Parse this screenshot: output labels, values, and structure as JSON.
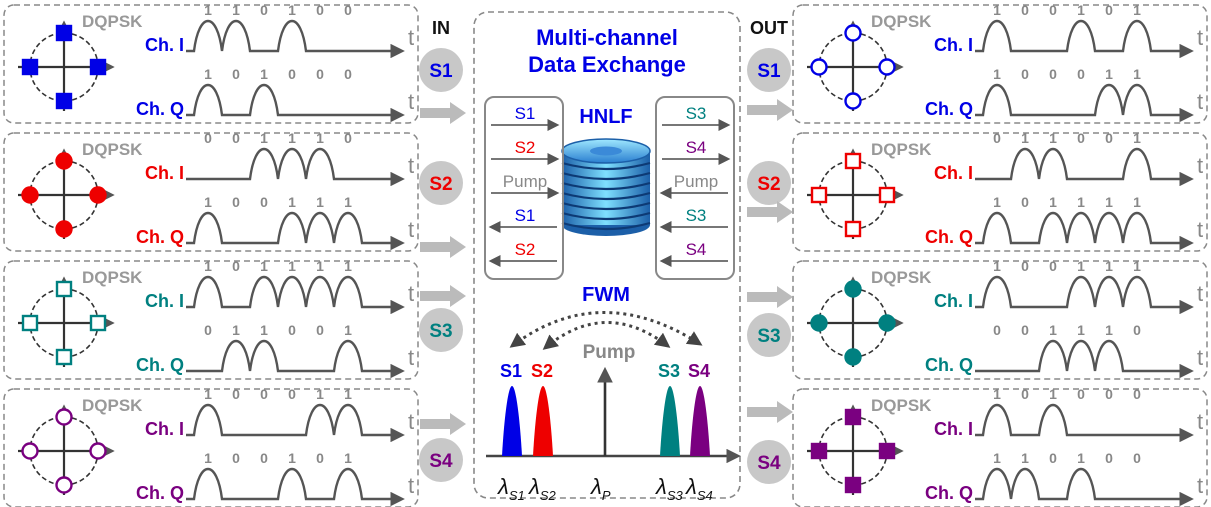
{
  "in_label": "IN",
  "out_label": "OUT",
  "format_label": "DQPSK",
  "ch_i_label": "Ch. I",
  "ch_q_label": "Ch. Q",
  "time_label": "t",
  "colors": {
    "S1": "#0000e6",
    "S2": "#ee0000",
    "S3": "#008080",
    "S4": "#7a0080",
    "gray": "#888888",
    "dark": "#444444",
    "badge": "#c8c8c8"
  },
  "input_channels": [
    {
      "signal": "S1",
      "marker": "filled-square",
      "bits_i": "110100",
      "bits_q": "101000"
    },
    {
      "signal": "S2",
      "marker": "filled-circle",
      "bits_i": "001110",
      "bits_q": "100111"
    },
    {
      "signal": "S3",
      "marker": "open-square",
      "bits_i": "101111",
      "bits_q": "011001"
    },
    {
      "signal": "S4",
      "marker": "open-circle",
      "bits_i": "100011",
      "bits_q": "100101"
    }
  ],
  "output_channels": [
    {
      "signal": "S1",
      "marker": "open-circle",
      "bits_i": "100101",
      "bits_q": "100011"
    },
    {
      "signal": "S2",
      "marker": "open-square",
      "bits_i": "011001",
      "bits_q": "101111"
    },
    {
      "signal": "S3",
      "marker": "filled-circle",
      "bits_i": "100111",
      "bits_q": "001110"
    },
    {
      "signal": "S4",
      "marker": "filled-square",
      "bits_i": "101000",
      "bits_q": "110100"
    }
  ],
  "center": {
    "title_line1": "Multi-channel",
    "title_line2": "Data Exchange",
    "hnlf_label": "HNLF",
    "fwm_label": "FWM",
    "pump_label": "Pump",
    "left_box": [
      {
        "label": "S1",
        "dir": "right",
        "signal": "S1"
      },
      {
        "label": "S2",
        "dir": "right",
        "signal": "S2"
      },
      {
        "label": "Pump",
        "dir": "right",
        "signal": "gray"
      },
      {
        "label": "S1",
        "dir": "left",
        "signal": "S1"
      },
      {
        "label": "S2",
        "dir": "left",
        "signal": "S2"
      }
    ],
    "right_box": [
      {
        "label": "S3",
        "dir": "right",
        "signal": "S3"
      },
      {
        "label": "S4",
        "dir": "right",
        "signal": "S4"
      },
      {
        "label": "Pump",
        "dir": "left",
        "signal": "gray"
      },
      {
        "label": "S3",
        "dir": "left",
        "signal": "S3"
      },
      {
        "label": "S4",
        "dir": "left",
        "signal": "S4"
      }
    ],
    "spectrum": [
      {
        "label": "S1",
        "signal": "S1",
        "lambda_sub": "S1"
      },
      {
        "label": "S2",
        "signal": "S2",
        "lambda_sub": "S2"
      },
      {
        "label": "Pump",
        "signal": "gray",
        "lambda_sub": "P"
      },
      {
        "label": "S3",
        "signal": "S3",
        "lambda_sub": "S3"
      },
      {
        "label": "S4",
        "signal": "S4",
        "lambda_sub": "S4"
      }
    ],
    "lambda_symbol": "λ"
  }
}
